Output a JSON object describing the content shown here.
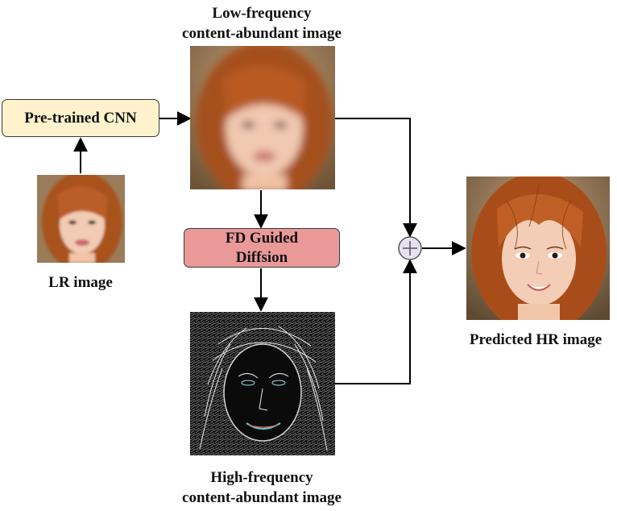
{
  "labels": {
    "low_freq_line1": "Low-frequency",
    "low_freq_line2": "content-abundant image",
    "lr_image": "LR image",
    "high_freq_line1": "High-frequency",
    "high_freq_line2": "content-abundant image",
    "predicted_hr": "Predicted HR image"
  },
  "boxes": {
    "cnn": "Pre-trained CNN",
    "fd_line1": "FD Guided",
    "fd_line2": "Diffsion"
  },
  "colors": {
    "cnn_fill": "#fff2cc",
    "fd_fill": "#ea9999",
    "arrow": "#000000",
    "sum_node": "#e6e0f0"
  },
  "icons": {
    "sum_node": "circle-plus-icon"
  }
}
